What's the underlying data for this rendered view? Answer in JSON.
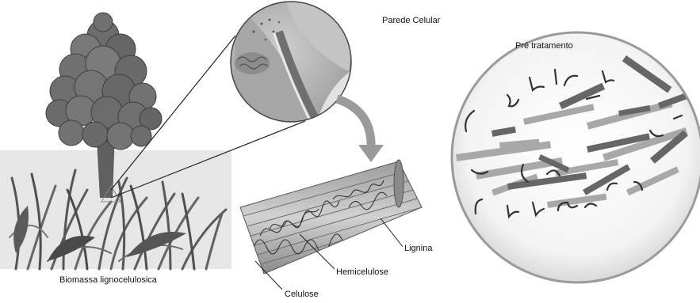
{
  "labels": {
    "cell_wall": "Parede Celular",
    "pretreatment": "Pré tratamento",
    "lignin": "Lignina",
    "hemicellulose": "Hemicelulose",
    "cellulose": "Celulose",
    "biomass": "Biomassa lignocelulosica"
  },
  "colors": {
    "foliage": "#6f6f6f",
    "foliage_dark": "#4d4d4d",
    "trunk": "#5a5a5a",
    "grass": "#555555",
    "fiber_light": "#b8b8b8",
    "fiber_dark": "#6a6a6a",
    "stroke": "#222222",
    "circle_bg": "#f2f2f2"
  }
}
